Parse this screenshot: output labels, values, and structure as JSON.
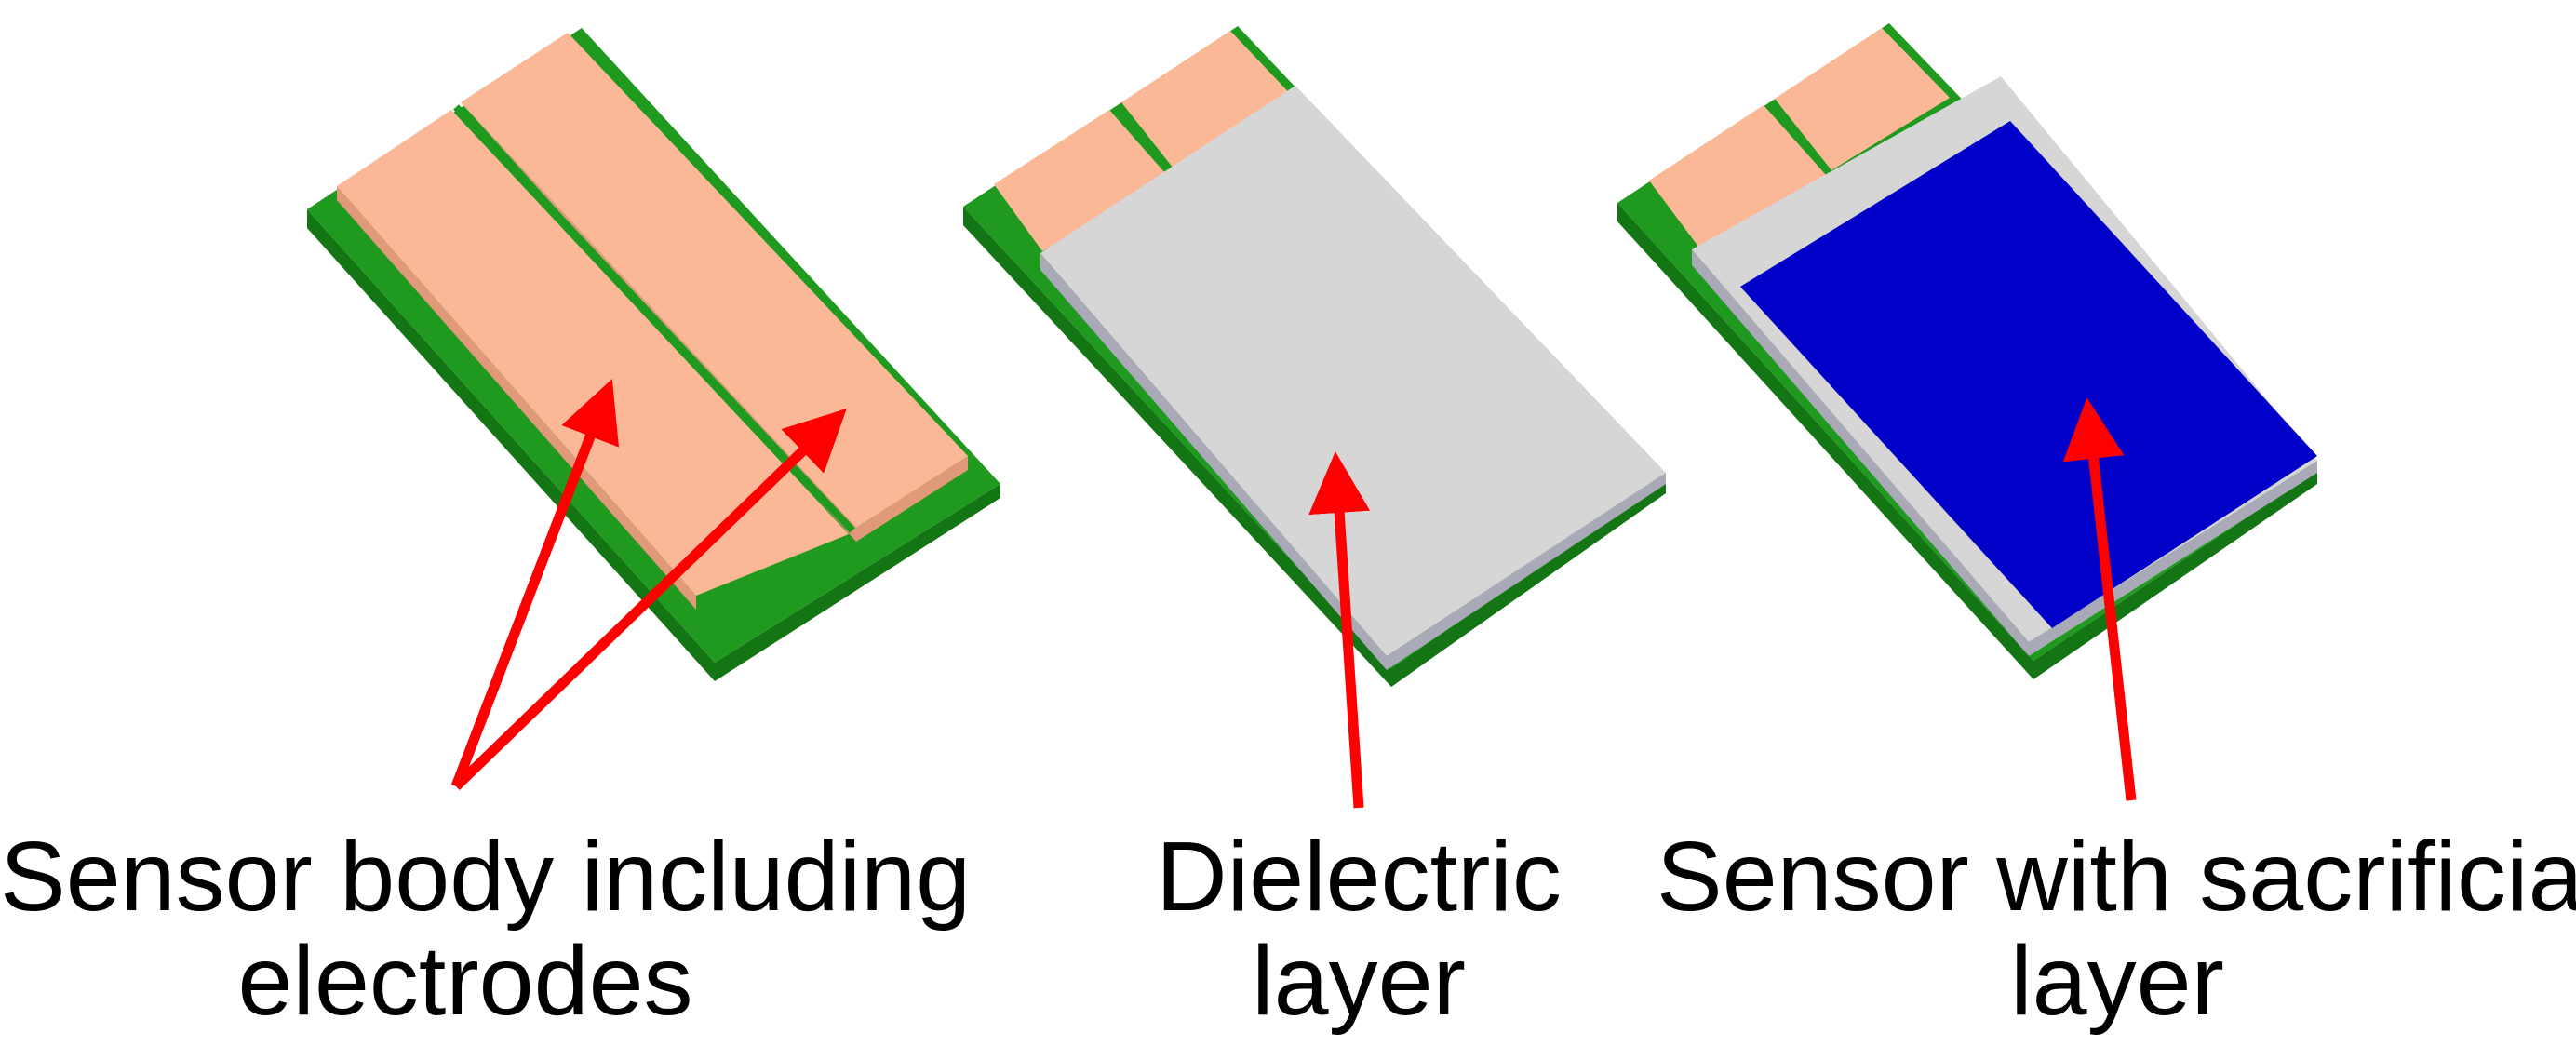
{
  "colors": {
    "substrate": "#1f9a1f",
    "substrate_dark": "#147514",
    "electrode": "#fbb896",
    "electrode_edge": "#e09a7a",
    "dielectric": "#d6d6d6",
    "dielectric_edge": "#a9a9b8",
    "sacrificial": "#0000c8",
    "arrow": "#ff0000"
  },
  "labels": {
    "sensor_body": {
      "line1": "Sensor body including",
      "line2": "electrodes"
    },
    "dielectric": {
      "line1": "Dielectric",
      "line2": "layer"
    },
    "sacrificial": {
      "line1": "Sensor with sacrificial",
      "line2": "layer"
    }
  }
}
